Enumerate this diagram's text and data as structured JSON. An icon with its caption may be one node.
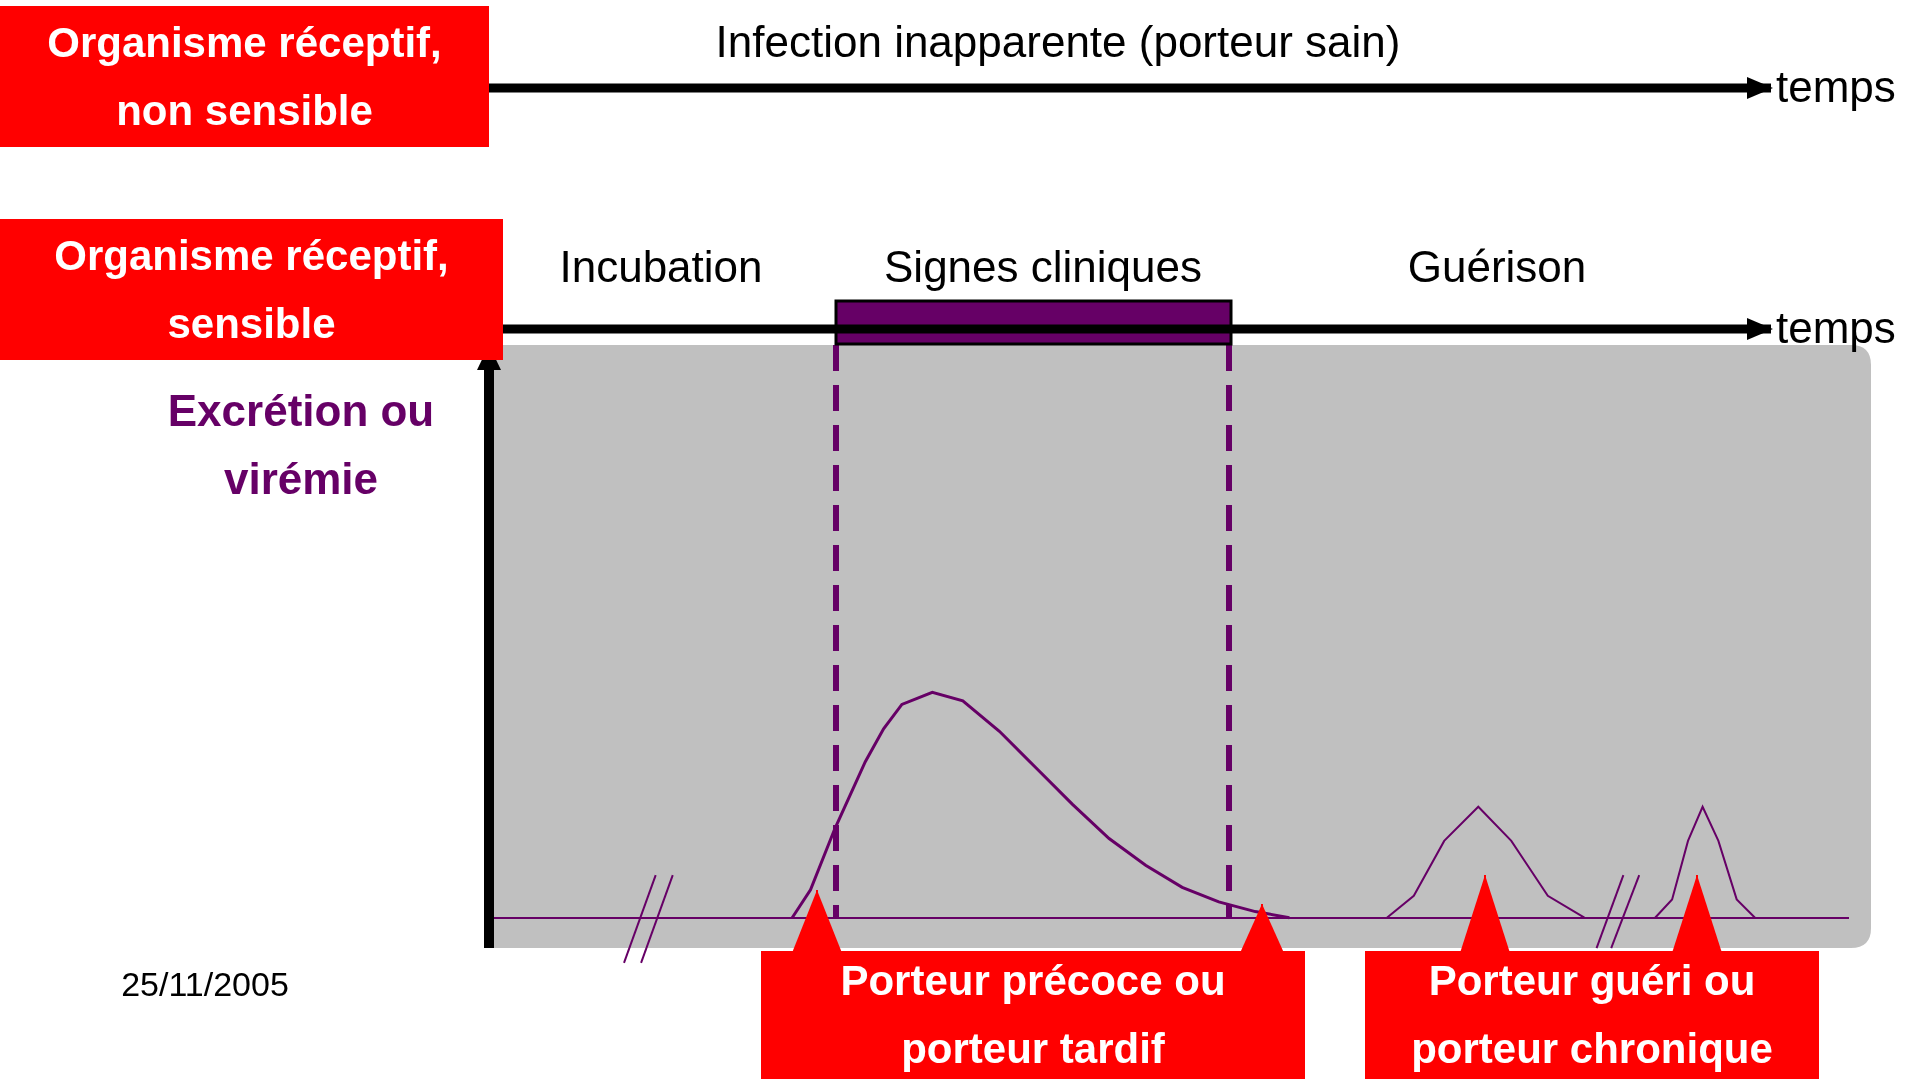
{
  "diagram": {
    "nodes": [
      {
        "text": [
          "Organisme réceptif, non sensible"
        ]
      },
      {
        "text": [
          "Organisme réceptif, sensible"
        ]
      },
      {
        "text": [
          "Porteur précoce ou porteur tardif"
        ]
      },
      {
        "text": [
          "Porteur guéri ou porteur chronique"
        ]
      },
      {
        "text": [
          "temps"
        ]
      },
      {
        "text": [
          "temps"
        ]
      }
    ],
    "edges": [
      {
        "from": 0,
        "to": 4,
        "arrow": "to",
        "label": "Infection inapparente (porteur sain)",
        "style": "thick",
        "color": "#000000"
      },
      {
        "from": 1,
        "to": 5,
        "arrow": "to",
        "style": "thick",
        "color": "#000000"
      },
      {
        "from": 2,
        "to": null,
        "arrow": "to"
      },
      {
        "from": 2,
        "to": null,
        "arrow": "to"
      },
      {
        "from": 3,
        "to": null,
        "arrow": "to"
      },
      {
        "from": 3,
        "to": null,
        "arrow": "to"
      }
    ],
    "labels": [
      "Incubation",
      "Signes cliniques",
      "Guérison",
      "Excrétion ou virémie",
      "25/11/2005"
    ]
  }
}
